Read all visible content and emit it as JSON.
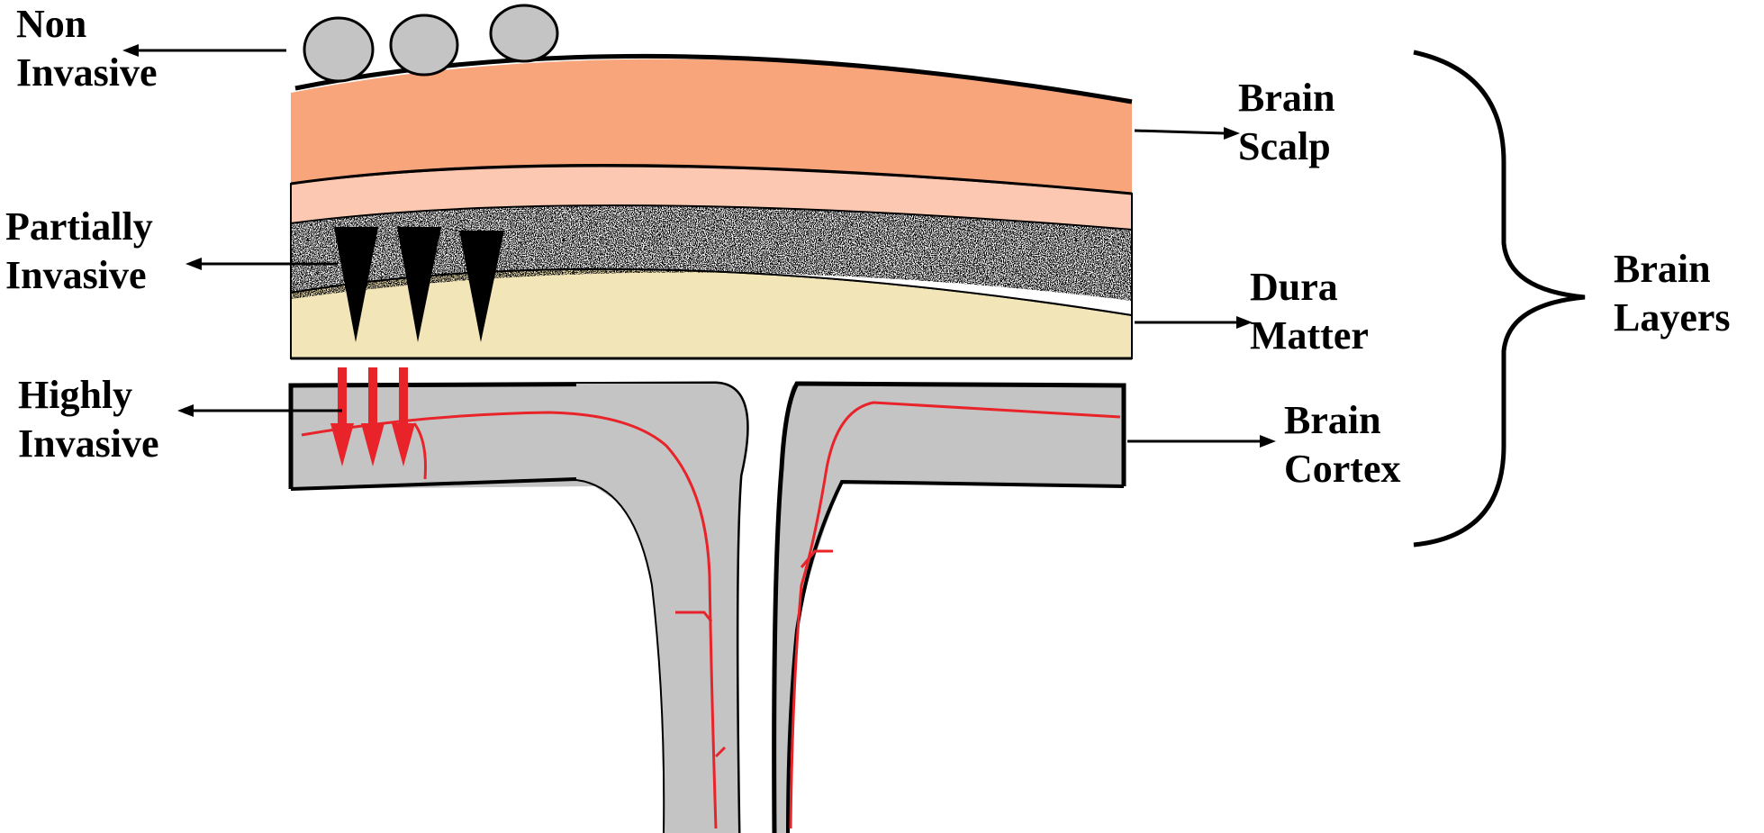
{
  "colors": {
    "scalp": "#f9a57c",
    "skull_inner": "#fcc8b2",
    "bone_speckle_bg": "#ffffff",
    "dura": "#f2e5b8",
    "cortex": "#c4c4c4",
    "vessel": "#e8242a",
    "electrode_non": "#c4c4c4",
    "electrode_partial": "#000000",
    "electrode_high": "#e8242a",
    "outline": "#000000"
  },
  "labels": {
    "non_invasive": {
      "line1": "Non",
      "line2": "Invasive"
    },
    "partially_invasive": {
      "line1": "Partially",
      "line2": "Invasive"
    },
    "highly_invasive": {
      "line1": "Highly",
      "line2": "Invasive"
    },
    "brain_scalp": {
      "line1": "Brain",
      "line2": "Scalp"
    },
    "dura_matter": {
      "line1": "Dura",
      "line2": "Matter"
    },
    "brain_cortex": {
      "line1": "Brain",
      "line2": "Cortex"
    },
    "brain_layers": {
      "line1": "Brain",
      "line2": "Layers"
    }
  },
  "icons": {
    "non_invasive_electrodes": "grey-oval-sensors",
    "partial_electrodes": "black-cone-needles",
    "high_electrodes": "red-down-arrows",
    "brace": "right-curly-brace"
  }
}
